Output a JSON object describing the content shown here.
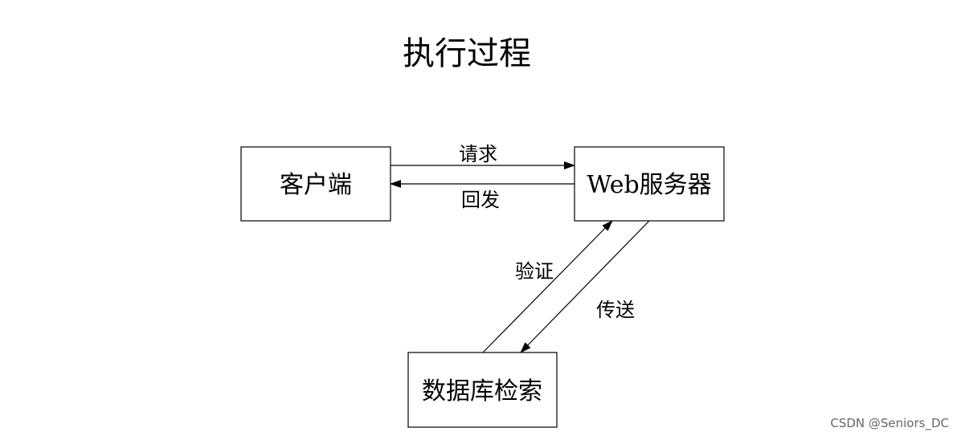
{
  "title": "执行过程",
  "nodes": {
    "client": "客户端",
    "web_server": "Web服务器",
    "db_search": "数据库检索"
  },
  "edges": {
    "request": "请求",
    "reply": "回发",
    "verify": "验证",
    "transfer": "传送"
  },
  "watermark": "CSDN @Seniors_DC",
  "colors": {
    "line": "#000000",
    "background": "#ffffff",
    "watermark": "#666666"
  }
}
